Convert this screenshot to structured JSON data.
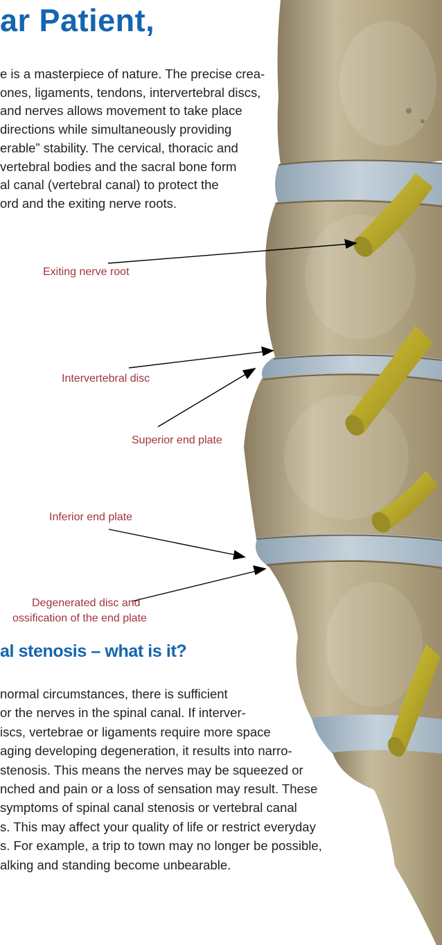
{
  "title": "ar Patient,",
  "intro_lines": [
    "e is a masterpiece of nature. The precise crea-",
    "ones, ligaments, tendons, intervertebral discs,",
    " and nerves allows movement to take place",
    "directions   while   simultaneously   providing",
    "erable” stability. The cervical, thoracic and",
    "vertebral bodies and the sacral bone form",
    "al canal (vertebral canal) to protect the",
    "ord and the exiting nerve roots."
  ],
  "labels": {
    "exiting_nerve_root": "Exiting nerve root",
    "intervertebral_disc": "Intervertebral disc",
    "superior_end_plate": "Superior end plate",
    "inferior_end_plate": "Inferior end plate",
    "degenerated_disc_1": "Degenerated disc and",
    "degenerated_disc_2": "ossification of the end plate"
  },
  "section_title": "al stenosis – what is it?",
  "body_lines": [
    "normal   circumstances,   there   is   sufficient",
    "or  the  nerves  in  the  spinal  canal.  If  interver-",
    "iscs, vertebrae or ligaments require more space",
    "aging developing degeneration, it results into narro-",
    " stenosis.  This  means  the  nerves  may  be  squeezed  or",
    "nched and pain or a loss of sensation may result. These",
    " symptoms  of  spinal  canal  stenosis  or  vertebral  canal",
    "s. This may affect your quality of life or restrict everyday",
    "s. For example, a trip to town may no longer be possible,",
    "alking and standing become unbearable."
  ],
  "colors": {
    "heading": "#1565b0",
    "label": "#a3333d",
    "text": "#222222"
  }
}
